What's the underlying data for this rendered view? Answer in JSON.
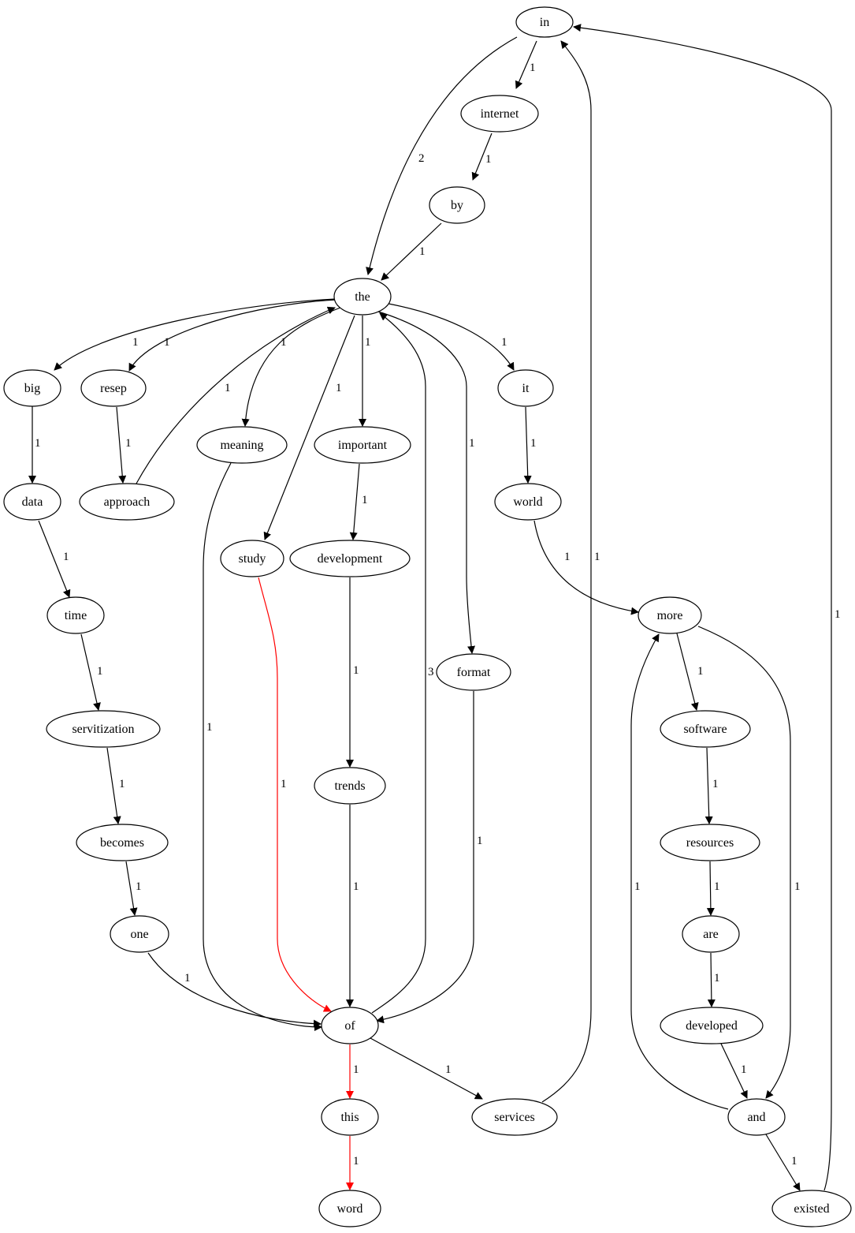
{
  "colors": {
    "default_edge": "#000000",
    "highlight_edge": "#ff0000",
    "node_stroke": "#000000",
    "node_fill": "#ffffff",
    "background": "#ffffff"
  },
  "nodes": [
    {
      "id": "in",
      "label": "in"
    },
    {
      "id": "internet",
      "label": "internet"
    },
    {
      "id": "by",
      "label": "by"
    },
    {
      "id": "the",
      "label": "the"
    },
    {
      "id": "big",
      "label": "big"
    },
    {
      "id": "resep",
      "label": "resep"
    },
    {
      "id": "meaning",
      "label": "meaning"
    },
    {
      "id": "important",
      "label": "important"
    },
    {
      "id": "it",
      "label": "it"
    },
    {
      "id": "data",
      "label": "data"
    },
    {
      "id": "approach",
      "label": "approach"
    },
    {
      "id": "world",
      "label": "world"
    },
    {
      "id": "study",
      "label": "study"
    },
    {
      "id": "development",
      "label": "development"
    },
    {
      "id": "time",
      "label": "time"
    },
    {
      "id": "more",
      "label": "more"
    },
    {
      "id": "format",
      "label": "format"
    },
    {
      "id": "servitization",
      "label": "servitization"
    },
    {
      "id": "software",
      "label": "software"
    },
    {
      "id": "trends",
      "label": "trends"
    },
    {
      "id": "becomes",
      "label": "becomes"
    },
    {
      "id": "resources",
      "label": "resources"
    },
    {
      "id": "one",
      "label": "one"
    },
    {
      "id": "are",
      "label": "are"
    },
    {
      "id": "of",
      "label": "of"
    },
    {
      "id": "developed",
      "label": "developed"
    },
    {
      "id": "this",
      "label": "this"
    },
    {
      "id": "services",
      "label": "services"
    },
    {
      "id": "and",
      "label": "and"
    },
    {
      "id": "word",
      "label": "word"
    },
    {
      "id": "existed",
      "label": "existed"
    }
  ],
  "edges": [
    {
      "from": "in",
      "to": "internet",
      "label": "1",
      "highlight": false
    },
    {
      "from": "in",
      "to": "the",
      "label": "2",
      "highlight": false
    },
    {
      "from": "internet",
      "to": "by",
      "label": "1",
      "highlight": false
    },
    {
      "from": "by",
      "to": "the",
      "label": "1",
      "highlight": false
    },
    {
      "from": "the",
      "to": "big",
      "label": "1",
      "highlight": false
    },
    {
      "from": "the",
      "to": "resep",
      "label": "1",
      "highlight": false
    },
    {
      "from": "the",
      "to": "meaning",
      "label": "1",
      "highlight": false
    },
    {
      "from": "the",
      "to": "study",
      "label": "1",
      "highlight": false
    },
    {
      "from": "the",
      "to": "important",
      "label": "1",
      "highlight": false
    },
    {
      "from": "the",
      "to": "format",
      "label": "1",
      "highlight": false
    },
    {
      "from": "the",
      "to": "it",
      "label": "1",
      "highlight": false
    },
    {
      "from": "approach",
      "to": "the",
      "label": "1",
      "highlight": false
    },
    {
      "from": "of",
      "to": "the",
      "label": "3",
      "highlight": false
    },
    {
      "from": "big",
      "to": "data",
      "label": "1",
      "highlight": false
    },
    {
      "from": "resep",
      "to": "approach",
      "label": "1",
      "highlight": false
    },
    {
      "from": "data",
      "to": "time",
      "label": "1",
      "highlight": false
    },
    {
      "from": "time",
      "to": "servitization",
      "label": "1",
      "highlight": false
    },
    {
      "from": "servitization",
      "to": "becomes",
      "label": "1",
      "highlight": false
    },
    {
      "from": "becomes",
      "to": "one",
      "label": "1",
      "highlight": false
    },
    {
      "from": "one",
      "to": "of",
      "label": "1",
      "highlight": false
    },
    {
      "from": "meaning",
      "to": "of",
      "label": "1",
      "highlight": false
    },
    {
      "from": "study",
      "to": "of",
      "label": "1",
      "highlight": true
    },
    {
      "from": "important",
      "to": "development",
      "label": "1",
      "highlight": false
    },
    {
      "from": "development",
      "to": "trends",
      "label": "1",
      "highlight": false
    },
    {
      "from": "trends",
      "to": "of",
      "label": "1",
      "highlight": false
    },
    {
      "from": "format",
      "to": "of",
      "label": "1",
      "highlight": false
    },
    {
      "from": "it",
      "to": "world",
      "label": "1",
      "highlight": false
    },
    {
      "from": "world",
      "to": "more",
      "label": "1",
      "highlight": false
    },
    {
      "from": "more",
      "to": "software",
      "label": "1",
      "highlight": false
    },
    {
      "from": "more",
      "to": "and",
      "label": "1",
      "highlight": false
    },
    {
      "from": "software",
      "to": "resources",
      "label": "1",
      "highlight": false
    },
    {
      "from": "resources",
      "to": "are",
      "label": "1",
      "highlight": false
    },
    {
      "from": "are",
      "to": "developed",
      "label": "1",
      "highlight": false
    },
    {
      "from": "developed",
      "to": "and",
      "label": "1",
      "highlight": false
    },
    {
      "from": "and",
      "to": "more",
      "label": "1",
      "highlight": false
    },
    {
      "from": "and",
      "to": "existed",
      "label": "1",
      "highlight": false
    },
    {
      "from": "existed",
      "to": "in",
      "label": "1",
      "highlight": false
    },
    {
      "from": "of",
      "to": "this",
      "label": "1",
      "highlight": true
    },
    {
      "from": "of",
      "to": "services",
      "label": "1",
      "highlight": false
    },
    {
      "from": "services",
      "to": "in",
      "label": "1",
      "highlight": false
    },
    {
      "from": "this",
      "to": "word",
      "label": "1",
      "highlight": true
    }
  ]
}
